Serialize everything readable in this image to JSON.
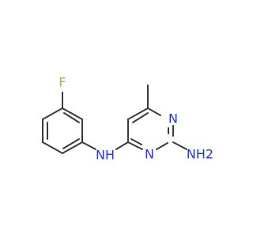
{
  "molecule": {
    "atoms": [
      {
        "id": "F",
        "label": "F",
        "color": "#8fbf3f"
      },
      {
        "id": "NH",
        "label": "NH",
        "color": "#2233ee"
      },
      {
        "id": "N1",
        "label": "N",
        "color": "#2233ee"
      },
      {
        "id": "N3",
        "label": "N",
        "color": "#2233ee"
      },
      {
        "id": "NH2",
        "label": "NH2",
        "color": "#2233ee"
      }
    ],
    "bond_color": "#3a3a3a"
  }
}
